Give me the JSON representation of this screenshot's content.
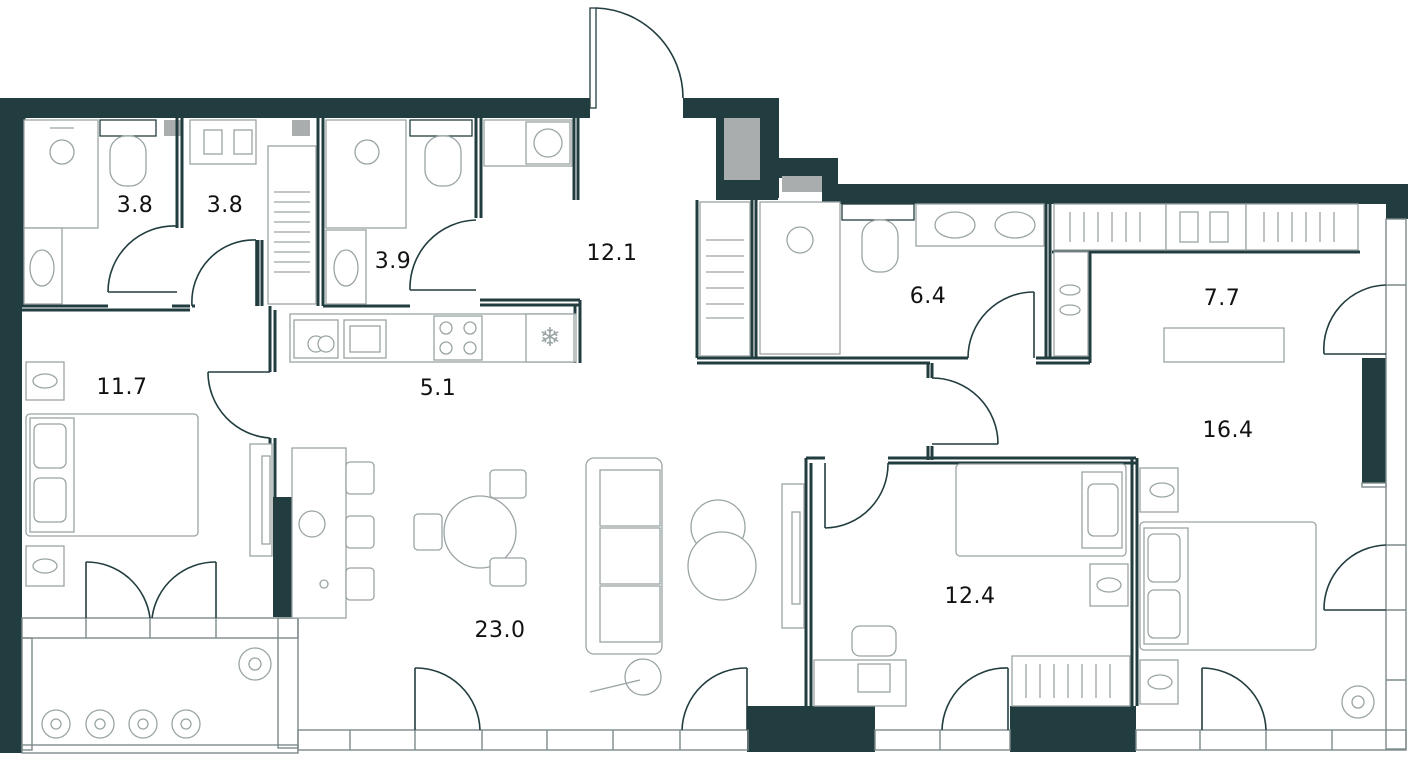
{
  "rooms": {
    "bathroom_1": {
      "area": "3.8"
    },
    "wardrobe_1": {
      "area": "3.8"
    },
    "bathroom_2": {
      "area": "3.9"
    },
    "hall": {
      "area": "12.1"
    },
    "bedroom_left": {
      "area": "11.7"
    },
    "kitchen": {
      "area": "5.1"
    },
    "living_room": {
      "area": "23.0"
    },
    "bathroom_3": {
      "area": "6.4"
    },
    "dressing_room": {
      "area": "7.7"
    },
    "bedroom_master": {
      "area": "16.4"
    },
    "bedroom_middle": {
      "area": "12.4"
    }
  },
  "colors": {
    "wall": "#223d3f",
    "furniture_stroke": "#9aa4a5",
    "glass": "#a9adad",
    "background": "#ffffff"
  },
  "icons": [
    "bathtub-icon",
    "toilet-icon",
    "sink-icon",
    "washing-machine-icon",
    "hob-icon",
    "fridge-icon",
    "bed-icon",
    "sofa-icon",
    "dining-table-icon",
    "plant-icon",
    "armchair-icon",
    "desk-icon"
  ]
}
